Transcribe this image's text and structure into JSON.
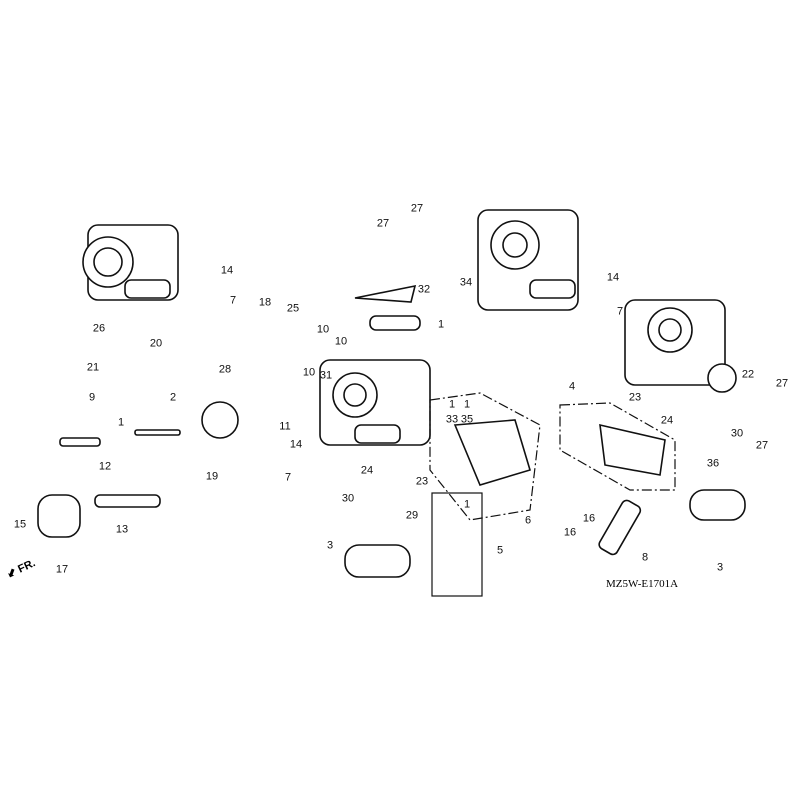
{
  "diagram_code": "MZ5W-E1701A",
  "front_indicator": "FR.",
  "callouts": [
    "14",
    "7",
    "18",
    "25",
    "26",
    "20",
    "10",
    "10",
    "10",
    "31",
    "28",
    "21",
    "1",
    "32",
    "34",
    "27",
    "27",
    "14",
    "7",
    "9",
    "1",
    "2",
    "12",
    "19",
    "11",
    "14",
    "7",
    "24",
    "23",
    "30",
    "29",
    "15",
    "13",
    "17",
    "3",
    "5",
    "1",
    "6",
    "16",
    "16",
    "8",
    "3",
    "4",
    "1",
    "33",
    "1",
    "35",
    "23",
    "24",
    "30",
    "36",
    "22",
    "27",
    "27"
  ]
}
